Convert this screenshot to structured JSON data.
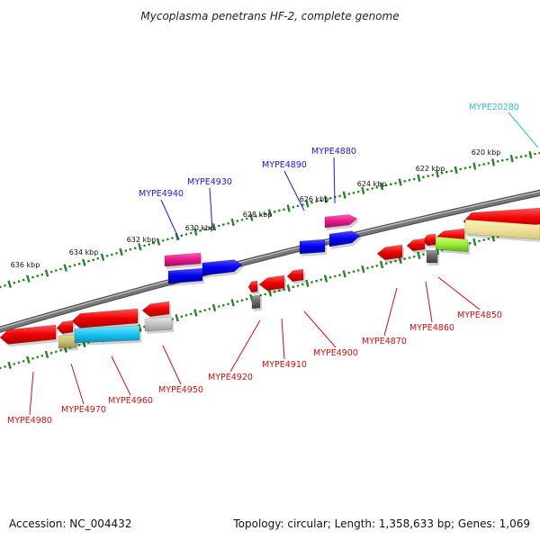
{
  "title": "Mycoplasma penetrans HF-2, complete genome",
  "footer": {
    "accession": "Accession: NC_004432",
    "summary": "Topology: circular; Length: 1,358,633 bp; Genes: 1,069"
  },
  "ruler_labels": [
    "620 kbp",
    "622 kbp",
    "624 kbp",
    "626 kbp",
    "628 kbp",
    "630 kbp",
    "632 kbp",
    "634 kbp",
    "636 kbp"
  ],
  "colors": {
    "forward_label": "#1a1acc",
    "reverse_label": "#cc1111",
    "external_label": "#33bbdd",
    "backbone": "#777777",
    "ruler": "#228822"
  },
  "forward_genes": [
    {
      "id": "MYPE4880",
      "color": "#e6188a"
    },
    {
      "id": "MYPE4890",
      "color": "#1a1acc"
    },
    {
      "id": "MYPE4930",
      "color": "#1a1acc"
    },
    {
      "id": "MYPE4940",
      "color": "#e6188a"
    }
  ],
  "reverse_genes": [
    {
      "id": "MYPE4850"
    },
    {
      "id": "MYPE4860"
    },
    {
      "id": "MYPE4870"
    },
    {
      "id": "MYPE4900"
    },
    {
      "id": "MYPE4910"
    },
    {
      "id": "MYPE4920"
    },
    {
      "id": "MYPE4950"
    },
    {
      "id": "MYPE4960"
    },
    {
      "id": "MYPE4970"
    },
    {
      "id": "MYPE4980"
    }
  ],
  "external_label": "MYPE20280"
}
